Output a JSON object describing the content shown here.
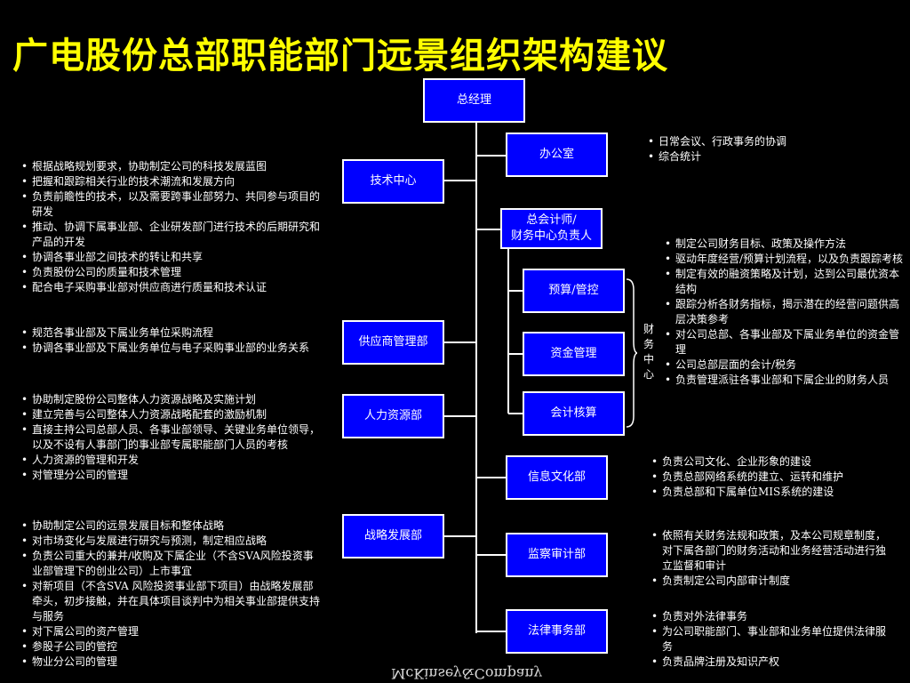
{
  "title": "广电股份总部职能部门远景组织架构建议",
  "boxes": {
    "gm": "总经理",
    "office": "办公室",
    "tech": "技术中心",
    "cfo": "总会计师/\n财务中心负责人",
    "budget": "预算/管控",
    "supplier": "供应商管理部",
    "treasury": "资金管理",
    "hr": "人力资源部",
    "accounting": "会计核算",
    "info": "信息文化部",
    "strategy": "战略发展部",
    "audit": "监察审计部",
    "legal": "法律事务部"
  },
  "finance_center_label": "财\n务\n中\n心",
  "bullets": {
    "office": [
      "日常会议、行政事务的协调",
      " 综合统计"
    ],
    "tech": [
      "根据战略规划要求，协助制定公司的科技发展蓝图",
      "把握和跟踪相关行业的技术潮流和发展方向",
      "负责前瞻性的技术，以及需要跨事业部努力、共同参与项目的研发",
      "推动、协调下属事业部、企业研发部门进行技术的后期研究和产品的开发",
      "协调各事业部之间技术的转让和共享",
      "负责股份公司的质量和技术管理",
      "配合电子采购事业部对供应商进行质量和技术认证"
    ],
    "finance": [
      "制定公司财务目标、政策及操作方法",
      "驱动年度经营/预算计划流程，以及负责跟踪考核",
      "制定有效的融资策略及计划，达到公司最优资本结构",
      "跟踪分析各财务指标，揭示潜在的经营问题供高层决策参考",
      "对公司总部、各事业部及下属业务单位的资金管理",
      "公司总部层面的会计/税务",
      "负责管理派驻各事业部和下属企业的财务人员"
    ],
    "supplier": [
      "规范各事业部及下属业务单位采购流程",
      "协调各事业部及下属业务单位与电子采购事业部的业务关系"
    ],
    "hr": [
      "协助制定股份公司整体人力资源战略及实施计划",
      "建立完善与公司整体人力资源战略配套的激励机制",
      "直接主持公司总部人员、各事业部领导、关键业务单位领导，以及不设有人事部门的事业部专属职能部门人员的考核",
      "人力资源的管理和开发",
      "对管理分公司的管理"
    ],
    "info": [
      "负责公司文化、企业形象的建设",
      "负责总部网络系统的建立、运转和维护",
      "负责总部和下属单位MIS系统的建设"
    ],
    "strategy": [
      "协助制定公司的远景发展目标和整体战略",
      "对市场变化与发展进行研究与预测，制定相应战略",
      "负责公司重大的兼并/收购及下属企业（不含SVA风险投资事业部管理下的创业公司）上市事宜",
      "对新项目（不含SVA 风险投资事业部下项目）由战略发展部牵头，初步接触，并在具体项目谈判中为相关事业部提供支持与服务",
      "对下属公司的资产管理",
      "参股子公司的管控",
      "物业分公司的管理"
    ],
    "audit": [
      "依照有关财务法规和政策，及本公司规章制度，对下属各部门的财务活动和业务经营活动进行独立监督和审计",
      "负责制定公司内部审计制度"
    ],
    "legal": [
      "负责对外法律事务",
      "为公司职能部门、事业部和业务单位提供法律服务",
      "负责品牌注册及知识产权"
    ]
  },
  "logo": "McKinsey&Company"
}
